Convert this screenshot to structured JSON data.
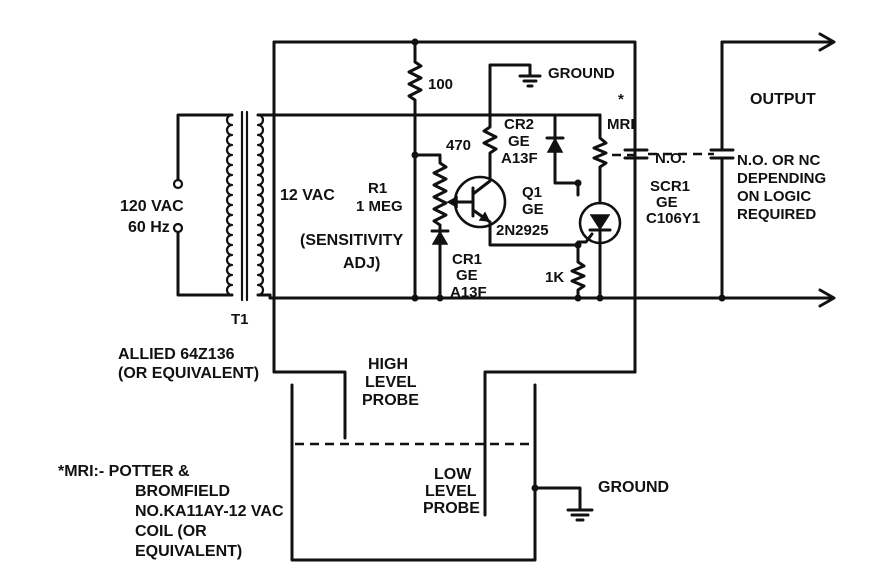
{
  "labels": {
    "r100": "100",
    "ground_top": "GROUND",
    "mr1_star": "*",
    "mr1": "MRI",
    "output": "OUTPUT",
    "r470": "470",
    "cr2_1": "CR2",
    "cr2_2": "GE",
    "cr2_3": "A13F",
    "no_relay": "N.O.",
    "no_nc_1": "N.O. OR NC",
    "no_nc_2": "DEPENDING",
    "no_nc_3": "ON LOGIC",
    "no_nc_4": "REQUIRED",
    "vin_1": "120 VAC",
    "vin_2": "60 Hz",
    "vsec": "12 VAC",
    "r1_1": "R1",
    "r1_2": "1 MEG",
    "q1_1": "Q1",
    "q1_2": "GE",
    "q1_3": "2N2925",
    "scr_1": "SCR1",
    "scr_2": "GE",
    "scr_3": "C106Y1",
    "sens_1": "(SENSITIVITY",
    "sens_2": "ADJ)",
    "cr1_1": "CR1",
    "cr1_2": "GE",
    "cr1_3": "A13F",
    "r1k": "1K",
    "t1": "T1",
    "allied_1": "ALLIED 64Z136",
    "allied_2": "(OR EQUIVALENT)",
    "high_1": "HIGH",
    "high_2": "LEVEL",
    "high_3": "PROBE",
    "low_1": "LOW",
    "low_2": "LEVEL",
    "low_3": "PROBE",
    "ground_bottom": "GROUND",
    "note_1": "*MRI:- POTTER &",
    "note_2": "BROMFIELD",
    "note_3": "NO.KA11AY-12 VAC",
    "note_4": "COIL  (OR",
    "note_5": "EQUIVALENT)"
  }
}
